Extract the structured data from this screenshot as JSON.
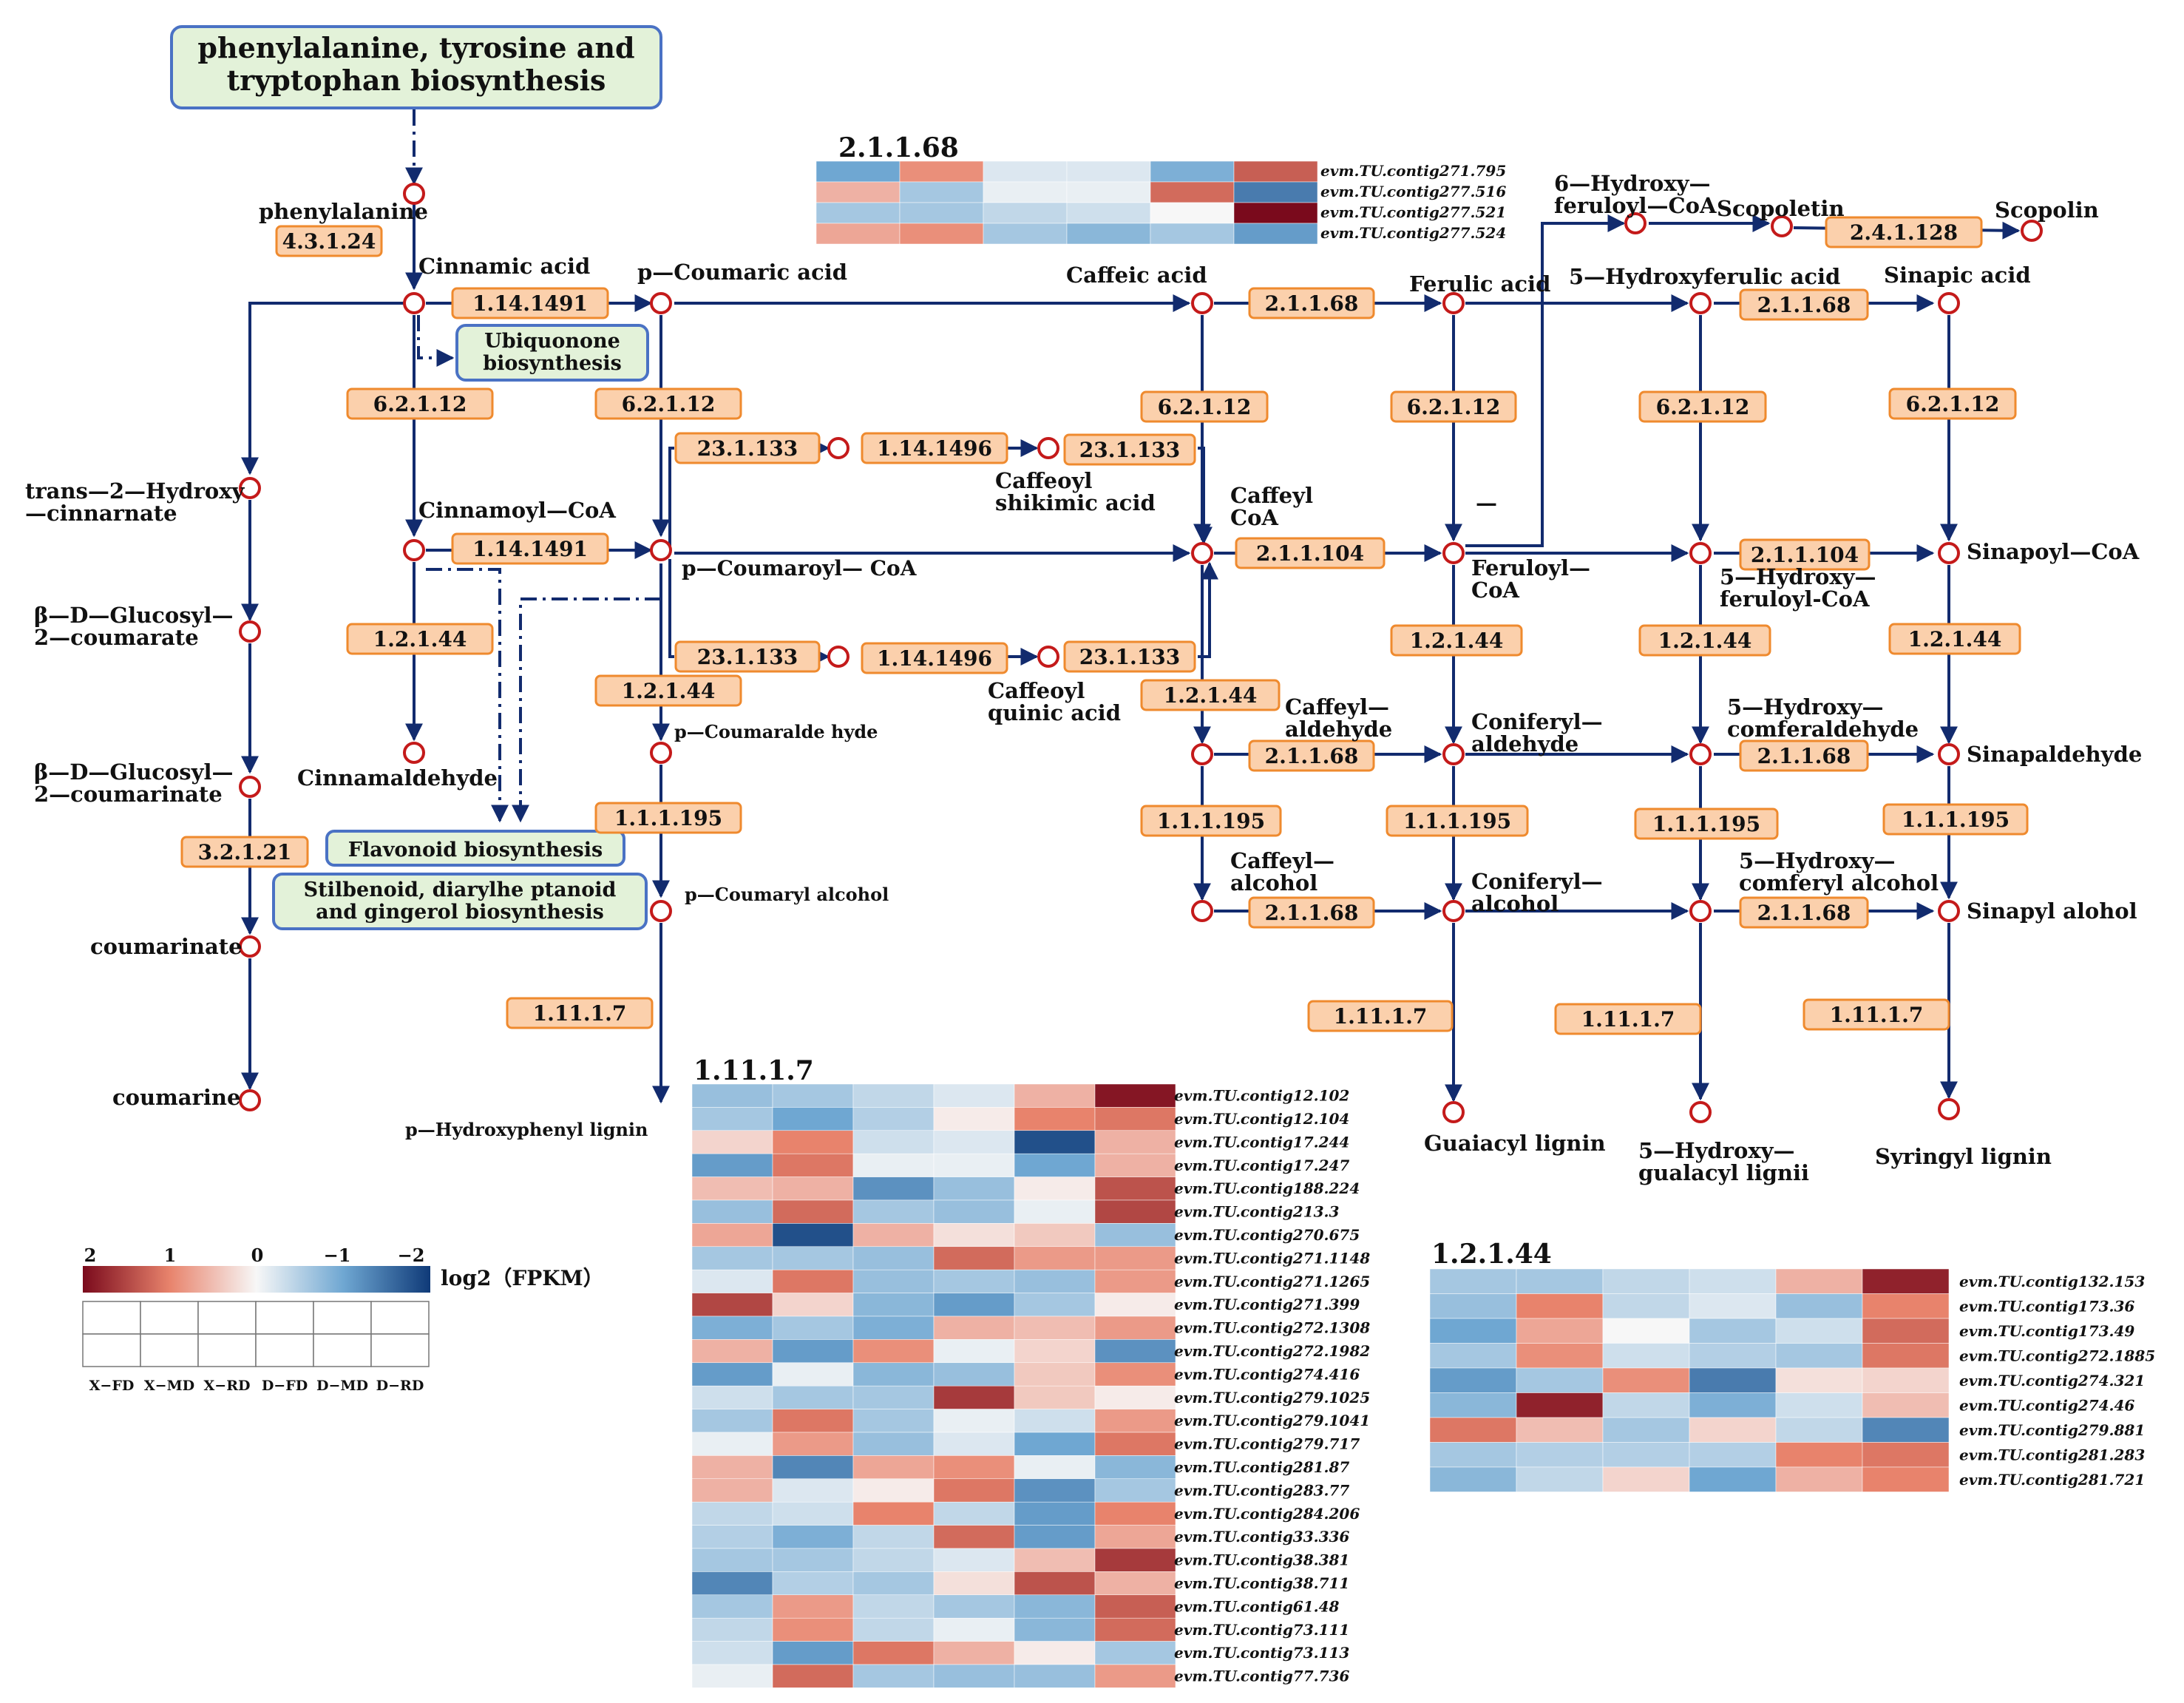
{
  "pathways": [
    {
      "id": "pty",
      "lines": [
        "phenylalanine, tyrosine and",
        "tryptophan  biosynthesis"
      ]
    },
    {
      "id": "ubq",
      "lines": [
        "Ubiquonone",
        "biosynthesis"
      ]
    },
    {
      "id": "flv",
      "lines": [
        "Flavonoid biosynthesis"
      ]
    },
    {
      "id": "stb",
      "lines": [
        "Stilbenoid, diarylhe ptanoid",
        "and gingerol biosynthesis"
      ]
    }
  ],
  "compounds": [
    {
      "id": "phenylalanine",
      "lines": [
        "phenylalanine"
      ]
    },
    {
      "id": "cinnamic",
      "lines": [
        "Cinnamic acid"
      ]
    },
    {
      "id": "pcoumaric",
      "lines": [
        "p—Coumaric acid"
      ]
    },
    {
      "id": "caffeic",
      "lines": [
        "Caffeic acid"
      ]
    },
    {
      "id": "ferulic",
      "lines": [
        "Ferulic acid"
      ]
    },
    {
      "id": "hydroxyferulic",
      "lines": [
        "5—Hydroxyferulic acid"
      ]
    },
    {
      "id": "sinapic",
      "lines": [
        "Sinapic acid"
      ]
    },
    {
      "id": "hydroxyferuloylcoa_top",
      "lines": [
        "6—Hydroxy—",
        "feruloyl—CoA"
      ]
    },
    {
      "id": "scopoletin",
      "lines": [
        "Scopoletin"
      ]
    },
    {
      "id": "scopolin",
      "lines": [
        "Scopolin"
      ]
    },
    {
      "id": "trans",
      "lines": [
        "trans—2—Hydroxy",
        "—cinnarnate"
      ]
    },
    {
      "id": "glucosyl1",
      "lines": [
        "β—D—Glucosyl—",
        "2—coumarate"
      ]
    },
    {
      "id": "glucosyl2",
      "lines": [
        "β—D—Glucosyl—",
        "2—coumarinate"
      ]
    },
    {
      "id": "coumarinate",
      "lines": [
        "coumarinate"
      ]
    },
    {
      "id": "coumarine",
      "lines": [
        "coumarine"
      ]
    },
    {
      "id": "cinnamoylcoa",
      "lines": [
        "Cinnamoyl—CoA"
      ]
    },
    {
      "id": "pcoumaroylcoa",
      "lines": [
        "p—Coumaroyl— CoA"
      ]
    },
    {
      "id": "caffeoylshikimic",
      "lines": [
        "Caffeoyl",
        "shikimic acid"
      ]
    },
    {
      "id": "caffeoylquinic",
      "lines": [
        "Caffeoyl",
        "quinic acid"
      ]
    },
    {
      "id": "caffeylcoa",
      "lines": [
        "Caffeyl",
        "CoA"
      ]
    },
    {
      "id": "dash",
      "lines": [
        "—"
      ]
    },
    {
      "id": "feruloylcoa",
      "lines": [
        "Feruloyl—",
        "CoA"
      ]
    },
    {
      "id": "hydroxyferuloylcoa",
      "lines": [
        "5—Hydroxy—",
        "feruloyl-CoA"
      ]
    },
    {
      "id": "sinapoylcoa",
      "lines": [
        "Sinapoyl—CoA"
      ]
    },
    {
      "id": "cinnamaldehyde",
      "lines": [
        "Cinnamaldehyde"
      ]
    },
    {
      "id": "pcoumaraldehyde",
      "lines": [
        "p—Coumaralde hyde"
      ]
    },
    {
      "id": "caffeylaldehyde",
      "lines": [
        "Caffeyl—",
        "aldehyde"
      ]
    },
    {
      "id": "coniferylaldehyde",
      "lines": [
        "Coniferyl—",
        "aldehyde"
      ]
    },
    {
      "id": "comferaldehyde",
      "lines": [
        "5—Hydroxy—",
        "comferaldehyde"
      ]
    },
    {
      "id": "sinapaldehyde",
      "lines": [
        "Sinapaldehyde"
      ]
    },
    {
      "id": "pcoumarylalcohol",
      "lines": [
        "p—Coumaryl alcohol"
      ]
    },
    {
      "id": "caffeylalcohol",
      "lines": [
        "Caffeyl—",
        "alcohol"
      ]
    },
    {
      "id": "coniferylalcohol",
      "lines": [
        "Coniferyl—",
        "alcohol"
      ]
    },
    {
      "id": "comferylalcohol",
      "lines": [
        "5—Hydroxy—",
        "comferyl alcohol"
      ]
    },
    {
      "id": "sinapylalohol",
      "lines": [
        "Sinapyl alohol"
      ]
    },
    {
      "id": "hlignin",
      "lines": [
        "p—Hydroxyphenyl lignin"
      ]
    },
    {
      "id": "glignin",
      "lines": [
        "Guaiacyl lignin"
      ]
    },
    {
      "id": "hglignin",
      "lines": [
        "5—Hydroxy—",
        "gualacyl lignii"
      ]
    },
    {
      "id": "slignin",
      "lines": [
        "Syringyl lignin"
      ]
    }
  ],
  "enzymes": [
    {
      "id": "e_431",
      "label": "4.3.1.24"
    },
    {
      "id": "e_114a",
      "label": "1.14.1491"
    },
    {
      "id": "e_114b",
      "label": "1.14.1491"
    },
    {
      "id": "e_21168a",
      "label": "2.1.1.68"
    },
    {
      "id": "e_21168b",
      "label": "2.1.1.68"
    },
    {
      "id": "e_21168c",
      "label": "2.1.1.68"
    },
    {
      "id": "e_21168d",
      "label": "2.1.1.68"
    },
    {
      "id": "e_21168e",
      "label": "2.1.1.68"
    },
    {
      "id": "e_21168f",
      "label": "2.1.1.68"
    },
    {
      "id": "e_21168g",
      "label": "2.1.1.68"
    },
    {
      "id": "e_2411",
      "label": "2.4.1.128"
    },
    {
      "id": "e_6212a",
      "label": "6.2.1.12"
    },
    {
      "id": "e_6212b",
      "label": "6.2.1.12"
    },
    {
      "id": "e_6212c",
      "label": "6.2.1.12"
    },
    {
      "id": "e_6212d",
      "label": "6.2.1.12"
    },
    {
      "id": "e_6212e",
      "label": "6.2.1.12"
    },
    {
      "id": "e_6212f",
      "label": "6.2.1.12"
    },
    {
      "id": "e_23133a",
      "label": "23.1.133"
    },
    {
      "id": "e_23133b",
      "label": "23.1.133"
    },
    {
      "id": "e_23133c",
      "label": "23.1.133"
    },
    {
      "id": "e_23133d",
      "label": "23.1.133"
    },
    {
      "id": "e_1496a",
      "label": "1.14.1496"
    },
    {
      "id": "e_1496b",
      "label": "1.14.1496"
    },
    {
      "id": "e_21104a",
      "label": "2.1.1.104"
    },
    {
      "id": "e_21104b",
      "label": "2.1.1.104"
    },
    {
      "id": "e_1244a",
      "label": "1.2.1.44"
    },
    {
      "id": "e_1244b",
      "label": "1.2.1.44"
    },
    {
      "id": "e_1244c",
      "label": "1.2.1.44"
    },
    {
      "id": "e_1244d",
      "label": "1.2.1.44"
    },
    {
      "id": "e_1244e",
      "label": "1.2.1.44"
    },
    {
      "id": "e_1244f",
      "label": "1.2.1.44"
    },
    {
      "id": "e_321",
      "label": "3.2.1.21"
    },
    {
      "id": "e_1195a",
      "label": "1.1.1.195"
    },
    {
      "id": "e_1195b",
      "label": "1.1.1.195"
    },
    {
      "id": "e_1195c",
      "label": "1.1.1.195"
    },
    {
      "id": "e_1195d",
      "label": "1.1.1.195"
    },
    {
      "id": "e_1195e",
      "label": "1.1.1.195"
    },
    {
      "id": "e_117a",
      "label": "1.11.1.7"
    },
    {
      "id": "e_117b",
      "label": "1.11.1.7"
    },
    {
      "id": "e_117c",
      "label": "1.11.1.7"
    },
    {
      "id": "e_117d",
      "label": "1.11.1.7"
    }
  ],
  "heatmaps": [
    {
      "id": "hm_21168",
      "title": "2.1.1.68",
      "genes": [
        "evm.TU.contig271.795",
        "evm.TU.contig277.516",
        "evm.TU.contig277.521",
        "evm.TU.contig277.524"
      ],
      "values": [
        [
          -1.0,
          0.9,
          -0.2,
          -0.2,
          -0.9,
          1.3
        ],
        [
          0.6,
          -0.6,
          -0.1,
          -0.1,
          1.2,
          -1.4
        ],
        [
          -0.6,
          -0.6,
          -0.4,
          -0.3,
          0.0,
          2.0
        ],
        [
          0.7,
          0.9,
          -0.6,
          -0.8,
          -0.6,
          -1.1
        ]
      ]
    },
    {
      "id": "hm_117",
      "title": "1.11.1.7",
      "genes": [
        "evm.TU.contig12.102",
        "evm.TU.contig12.104",
        "evm.TU.contig17.244",
        "evm.TU.contig17.247",
        "evm.TU.contig188.224",
        "evm.TU.contig213.3",
        "evm.TU.contig270.675",
        "evm.TU.contig271.1148",
        "evm.TU.contig271.1265",
        "evm.TU.contig271.399",
        "evm.TU.contig272.1308",
        "evm.TU.contig272.1982",
        "evm.TU.contig274.416",
        "evm.TU.contig279.1025",
        "evm.TU.contig279.1041",
        "evm.TU.contig279.717",
        "evm.TU.contig281.87",
        "evm.TU.contig283.77",
        "evm.TU.contig284.206",
        "evm.TU.contig33.336",
        "evm.TU.contig38.381",
        "evm.TU.contig38.711",
        "evm.TU.contig61.48",
        "evm.TU.contig73.111",
        "evm.TU.contig73.113",
        "evm.TU.contig77.736"
      ],
      "values": [
        [
          -0.7,
          -0.6,
          -0.4,
          -0.2,
          0.6,
          1.9
        ],
        [
          -0.6,
          -1.0,
          -0.5,
          0.1,
          1.0,
          1.1
        ],
        [
          0.3,
          1.0,
          -0.3,
          -0.2,
          -1.8,
          0.6
        ],
        [
          -1.1,
          1.1,
          -0.1,
          -0.1,
          -1.0,
          0.6
        ],
        [
          0.5,
          0.6,
          -1.2,
          -0.7,
          0.1,
          1.4
        ],
        [
          -0.7,
          1.2,
          -0.6,
          -0.7,
          -0.1,
          1.5
        ],
        [
          0.7,
          -1.8,
          0.6,
          0.2,
          0.4,
          -0.7
        ],
        [
          -0.6,
          -0.6,
          -0.7,
          1.2,
          0.8,
          0.8
        ],
        [
          -0.2,
          1.1,
          -0.7,
          -0.6,
          -0.7,
          0.8
        ],
        [
          1.5,
          0.3,
          -0.8,
          -1.1,
          -0.6,
          0.1
        ],
        [
          -0.9,
          -0.6,
          -0.9,
          0.6,
          0.5,
          0.8
        ],
        [
          0.6,
          -1.1,
          0.9,
          -0.1,
          0.3,
          -1.2
        ],
        [
          -1.1,
          -0.1,
          -0.8,
          -0.7,
          0.4,
          0.9
        ],
        [
          -0.3,
          -0.6,
          -0.6,
          1.6,
          0.4,
          0.1
        ],
        [
          -0.6,
          1.1,
          -0.6,
          -0.1,
          -0.3,
          0.8
        ],
        [
          -0.1,
          0.8,
          -0.7,
          -0.2,
          -1.0,
          1.1
        ],
        [
          0.6,
          -1.3,
          0.7,
          0.9,
          -0.1,
          -0.8
        ],
        [
          0.6,
          -0.2,
          0.1,
          1.1,
          -1.2,
          -0.6
        ],
        [
          -0.4,
          -0.3,
          1.0,
          -0.4,
          -1.1,
          1.0
        ],
        [
          -0.5,
          -0.9,
          -0.4,
          1.2,
          -1.1,
          0.7
        ],
        [
          -0.6,
          -0.6,
          -0.4,
          -0.2,
          0.5,
          1.6
        ],
        [
          -1.3,
          -0.5,
          -0.6,
          0.2,
          1.4,
          0.6
        ],
        [
          -0.6,
          0.8,
          -0.4,
          -0.6,
          -0.8,
          1.3
        ],
        [
          -0.4,
          0.9,
          -0.4,
          -0.1,
          -0.8,
          1.2
        ],
        [
          -0.3,
          -1.1,
          1.1,
          0.6,
          0.1,
          -0.6
        ],
        [
          -0.1,
          1.2,
          -0.6,
          -0.7,
          -0.7,
          0.8
        ]
      ]
    },
    {
      "id": "hm_1244",
      "title": "1.2.1.44",
      "genes": [
        "evm.TU.contig132.153",
        "evm.TU.contig173.36",
        "evm.TU.contig173.49",
        "evm.TU.contig272.1885",
        "evm.TU.contig274.321",
        "evm.TU.contig274.46",
        "evm.TU.contig279.881",
        "evm.TU.contig281.283",
        "evm.TU.contig281.721"
      ],
      "values": [
        [
          -0.6,
          -0.6,
          -0.4,
          -0.3,
          0.6,
          1.8
        ],
        [
          -0.7,
          1.0,
          -0.4,
          -0.2,
          -0.7,
          1.0
        ],
        [
          -1.0,
          0.7,
          0.0,
          -0.6,
          -0.3,
          1.2
        ],
        [
          -0.6,
          0.9,
          -0.3,
          -0.5,
          -0.6,
          1.1
        ],
        [
          -1.1,
          -0.6,
          0.9,
          -1.4,
          0.2,
          0.3
        ],
        [
          -0.8,
          1.8,
          -0.4,
          -0.9,
          -0.3,
          0.5
        ],
        [
          1.1,
          0.5,
          -0.6,
          0.3,
          -0.4,
          -1.3
        ],
        [
          -0.6,
          -0.5,
          -0.5,
          -0.5,
          1.0,
          1.1
        ],
        [
          -0.8,
          -0.4,
          0.3,
          -1.0,
          0.6,
          1.0
        ]
      ]
    }
  ],
  "legend": {
    "ticks": [
      "2",
      "1",
      "0",
      "−1",
      "−2"
    ],
    "title": "log2（FPKM）",
    "conditions": [
      "X−FD",
      "X−MD",
      "X−RD",
      "D−FD",
      "D−MD",
      "D−RD"
    ]
  },
  "colors": {
    "line": "#122b6e",
    "node": "#c41a1a",
    "enzyme_fill": "#fbd0ac",
    "enzyme_stroke": "#ef8a2e",
    "pathway_fill": "#e3f2d9",
    "pathway_stroke": "#4a72c4",
    "scale_high": "#7a0a1c",
    "scale_mid": "#f7f7f7",
    "scale_low": "#0f3a78"
  }
}
